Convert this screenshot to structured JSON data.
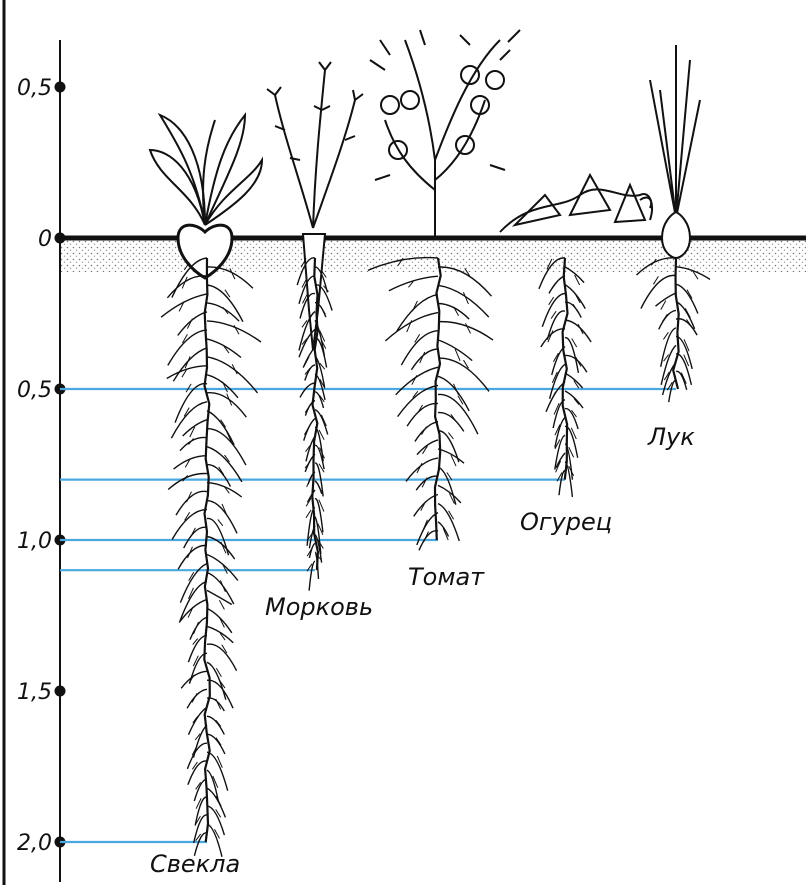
{
  "axis": {
    "ticks": [
      {
        "label": "0,5",
        "depth": -0.5
      },
      {
        "label": "0",
        "depth": 0
      },
      {
        "label": "0,5",
        "depth": 0.5
      },
      {
        "label": "1,0",
        "depth": 1.0
      },
      {
        "label": "1,5",
        "depth": 1.5
      },
      {
        "label": "2,0",
        "depth": 2.0
      }
    ]
  },
  "colors": {
    "ink": "#111111",
    "leader": "#4aa8e0",
    "soil": "#c8c8c8"
  },
  "chart_data": {
    "type": "diagram",
    "plants": [
      {
        "name": "Свекла",
        "root_depth": 2.0
      },
      {
        "name": "Морковь",
        "root_depth": 1.1
      },
      {
        "name": "Томат",
        "root_depth": 1.0
      },
      {
        "name": "Огурец",
        "root_depth": 0.8
      },
      {
        "name": "Лук",
        "root_depth": 0.5
      }
    ]
  }
}
